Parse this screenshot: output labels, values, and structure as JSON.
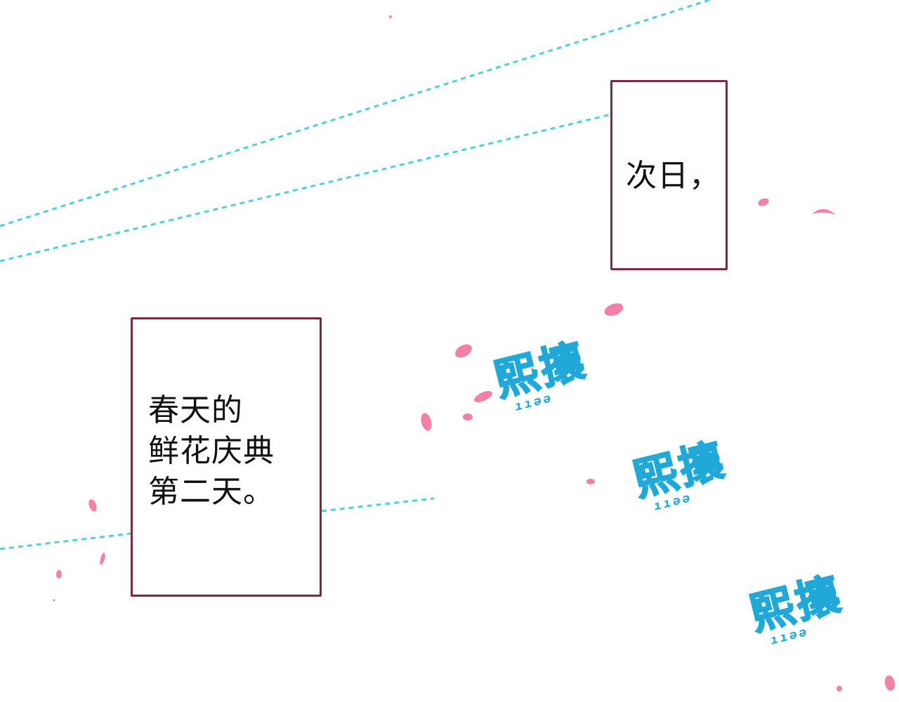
{
  "panel": {
    "background_color": "#ffffff",
    "border_color": "#7a2a40",
    "line_color": "#4fd0e0",
    "petal_color": "#f06a98",
    "sfx_color": "#1fa8d8"
  },
  "captions": [
    {
      "id": "next-day",
      "text": "次日，"
    },
    {
      "id": "festival",
      "text": "春天的\n鲜花庆典\n第二天。"
    }
  ],
  "sound_effects": [
    {
      "text": "熙攘",
      "sub": "ııəə"
    },
    {
      "text": "熙攘",
      "sub": "ııəə"
    },
    {
      "text": "熙攘",
      "sub": "ııəə"
    }
  ]
}
